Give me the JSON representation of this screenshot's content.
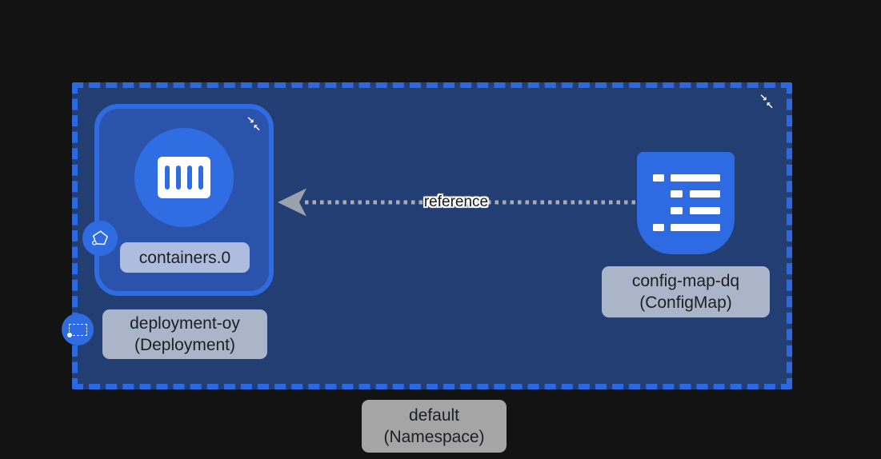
{
  "namespace": {
    "name": "default",
    "kind": "(Namespace)"
  },
  "deployment": {
    "name": "deployment-oy",
    "kind": "(Deployment)",
    "container": {
      "name": "containers.0"
    }
  },
  "configmap": {
    "name": "config-map-dq",
    "kind": "(ConfigMap)"
  },
  "edge": {
    "label": "reference"
  },
  "icons": {
    "namespace_collapse": "collapse-arrows-icon",
    "deployment_collapse": "collapse-arrows-icon",
    "pod_badge": "pod-pentagon-icon",
    "deployment_badge": "deployment-dashed-rect-icon",
    "container": "container-slots-icon",
    "configmap": "configmap-list-icon"
  },
  "colors": {
    "background": "#131313",
    "accent_blue": "#2f6ce1",
    "namespace_fill": "#223e73",
    "namespace_border": "#2c69e0",
    "deployment_fill": "#2b53ab",
    "configmap_blue": "#2e6ae2",
    "label_background": "rgba(255,255,255,0.62)",
    "label_text": "#1d1f23",
    "edge_gray": "#a6abb4",
    "arrowhead_gray": "#9aa1ab",
    "icon_white": "#ffffff"
  }
}
